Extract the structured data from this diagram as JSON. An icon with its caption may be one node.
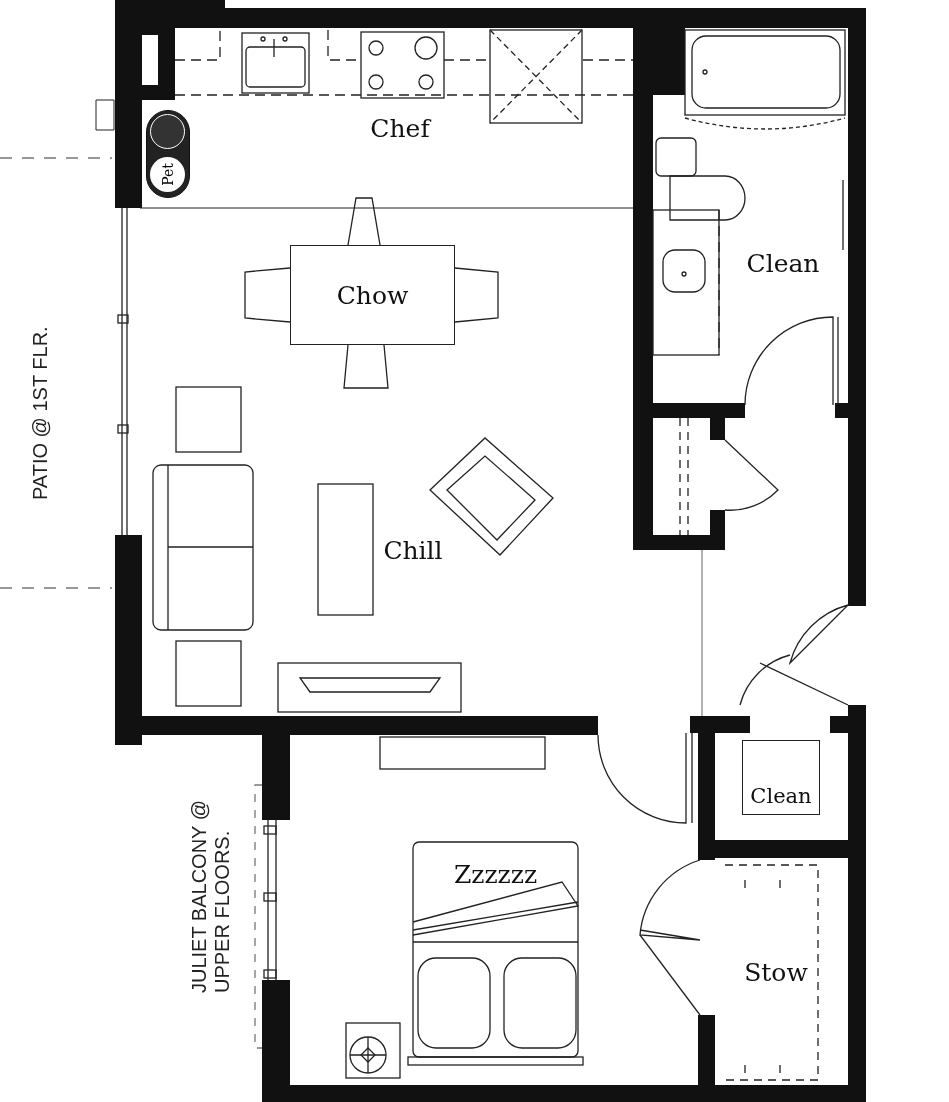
{
  "diagram": {
    "nodes": [
      {
        "text": [
          "Chow"
        ]
      },
      {
        "text": [
          "Pet"
        ]
      },
      {
        "text": [
          "Clean"
        ]
      },
      {
        "text": [
          "Zzzzzz"
        ]
      }
    ],
    "labels": [
      "Chef",
      "Clean",
      "PATIO @ 1ST FLR.",
      "Chill",
      "JULIET BALCONY @ UPPER FLOORS.",
      "Stow"
    ]
  }
}
